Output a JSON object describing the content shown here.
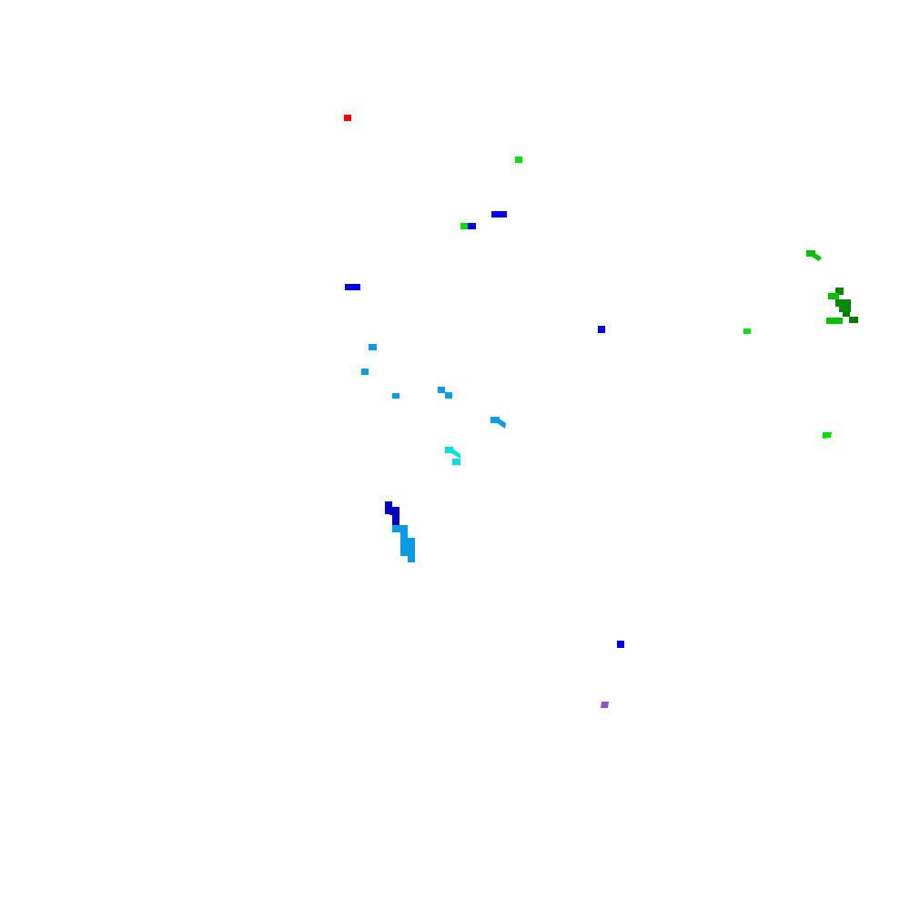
{
  "map": {
    "background_color": "#ffffff",
    "colors": {
      "red": "#ff0000",
      "light_green": "#00e000",
      "green": "#00c000",
      "dark_green": "#008800",
      "darker_green": "#007a00",
      "blue": "#0000ee",
      "dark_blue": "#0000cc",
      "sky_blue": "#0a9be6",
      "cyan": "#00e0e0",
      "purple": "#8f55c8"
    },
    "features": [
      {
        "name": "red-patch",
        "color": "red"
      },
      {
        "name": "green-patch-top",
        "color": "light_green"
      },
      {
        "name": "blue-patch-top",
        "color": "blue"
      },
      {
        "name": "green-blue-patch",
        "color": "light_green"
      },
      {
        "name": "blue-patch-left",
        "color": "blue"
      },
      {
        "name": "blue-patch-center",
        "color": "blue"
      },
      {
        "name": "green-patch-right",
        "color": "light_green"
      },
      {
        "name": "green-cluster-far-right",
        "color": "dark_green"
      },
      {
        "name": "green-patch-lower-right",
        "color": "light_green"
      },
      {
        "name": "sky-blue-patch-1",
        "color": "sky_blue"
      },
      {
        "name": "sky-blue-patch-2",
        "color": "sky_blue"
      },
      {
        "name": "sky-blue-patch-3",
        "color": "sky_blue"
      },
      {
        "name": "sky-blue-patch-4",
        "color": "sky_blue"
      },
      {
        "name": "sky-blue-streak",
        "color": "sky_blue"
      },
      {
        "name": "cyan-streak",
        "color": "cyan"
      },
      {
        "name": "blue-sky-blue-streak",
        "color": "sky_blue"
      },
      {
        "name": "blue-patch-bottom",
        "color": "blue"
      },
      {
        "name": "purple-patch",
        "color": "purple"
      }
    ]
  }
}
